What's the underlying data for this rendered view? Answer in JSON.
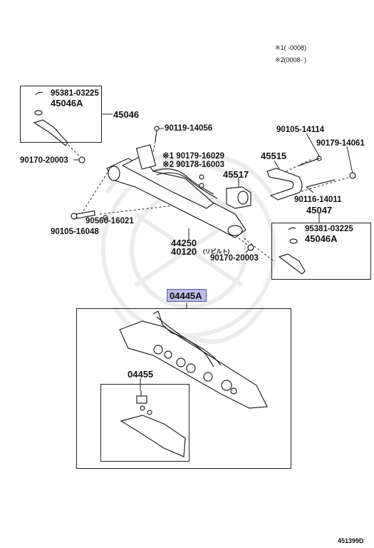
{
  "notes": {
    "note1": "※1(      -0008)",
    "note2": "※2(0008-      )"
  },
  "parts": {
    "p95381_top": "95381-03225",
    "p45046A_top": "45046A",
    "p45046": "45046",
    "p90119": "90119-14056",
    "p90105_14114": "90105-14114",
    "p90179_14061": "90179-14061",
    "p90170_left": "90170-20003",
    "p90179_16029": "※1 90179-16029",
    "p90178": "※2 90178-16003",
    "p45515": "45515",
    "p45517": "45517",
    "p90116": "90116-14011",
    "p45047": "45047",
    "p90560": "90560-16021",
    "p90105_16048": "90105-16048",
    "p95381_right": "95381-03225",
    "p45046A_right": "45046A",
    "p44250": "44250",
    "p40120": "40120",
    "p40120_note": "(リビルト)",
    "p90170_right": "90170-20003",
    "p04445A": "04445A",
    "p04455": "04455"
  },
  "diagram_id": "451399D",
  "colors": {
    "highlight": "#b9bde8",
    "line": "#222222"
  }
}
